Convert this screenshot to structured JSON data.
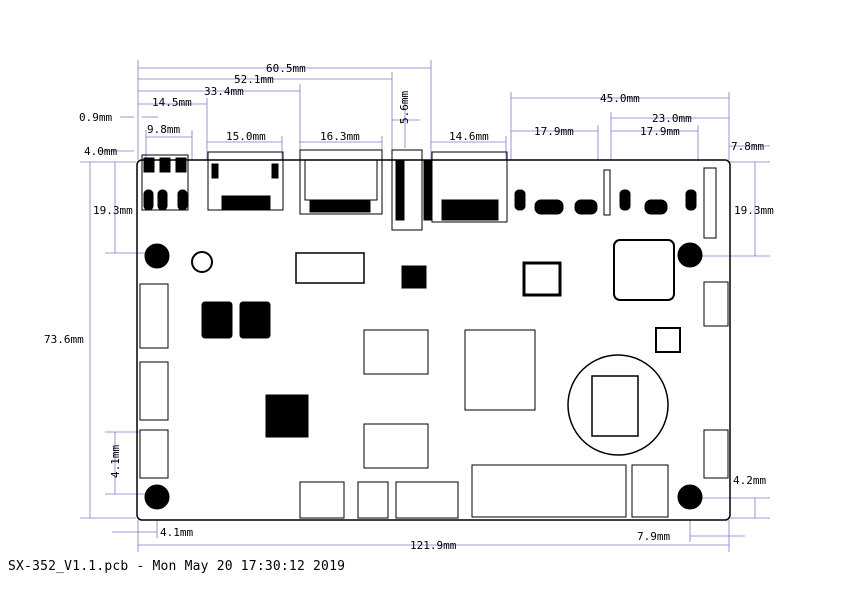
{
  "drawing": {
    "footer": "SX-352_V1.1.pcb - Mon May 20 17:30:12 2019",
    "dimension_color": "#7a7acc",
    "board_color": "#000000",
    "dimensions": {
      "overall_top_1": "60.5mm",
      "overall_top_2": "52.1mm",
      "overall_top_3": "33.4mm",
      "overall_top_4": "14.5mm",
      "left_edge_small": "0.9mm",
      "conn_a": "9.8mm",
      "conn_b": "15.0mm",
      "conn_c": "16.3mm",
      "conn_d_vertical": "5.6mm",
      "conn_e": "14.6mm",
      "right_group": "45.0mm",
      "right_sub": "23.0mm",
      "right_conn_a": "17.9mm",
      "right_conn_b": "17.9mm",
      "left_offset": "4.0mm",
      "right_offset": "7.8mm",
      "left_height": "19.3mm",
      "right_height": "19.3mm",
      "board_height": "73.6mm",
      "left_hole": "4.1mm",
      "bottom_hole_offset": "4.1mm",
      "right_hole": "4.2mm",
      "bottom_width": "121.9mm",
      "bottom_right_offset": "7.9mm"
    }
  }
}
